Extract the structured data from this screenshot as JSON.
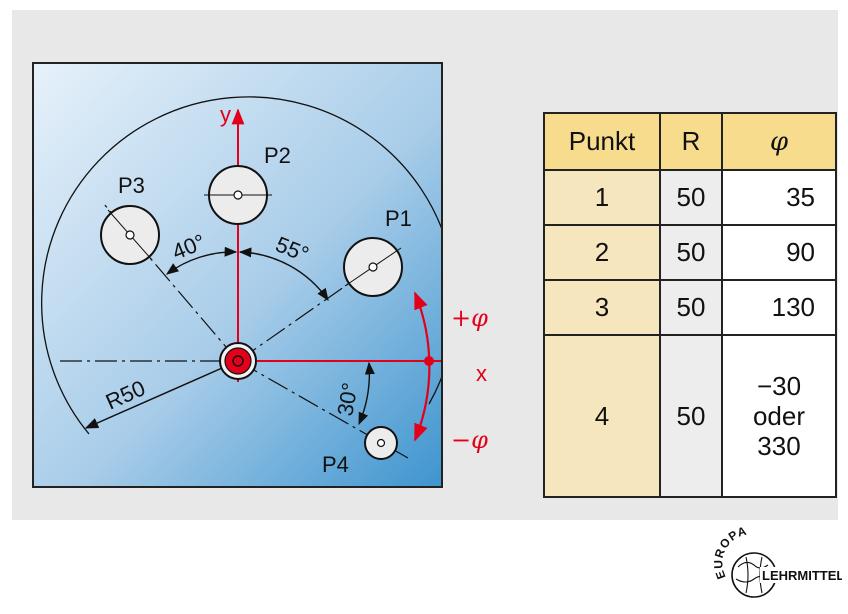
{
  "diagram": {
    "axis_x": "x",
    "axis_y": "y",
    "points": [
      "P1",
      "P2",
      "P3",
      "P4"
    ],
    "angle_labels": [
      "40°",
      "55°",
      "30°"
    ],
    "radius_label": "R50",
    "plus_phi": "+φ",
    "minus_phi": "−φ",
    "colors": {
      "accent": "#e3001b",
      "plate_light": "#e2eef8",
      "plate_dark": "#3f95cf",
      "outline": "#111111"
    }
  },
  "table": {
    "headers": {
      "punkt": "Punkt",
      "r": "R",
      "phi": "φ"
    },
    "rows": [
      {
        "punkt": "1",
        "r": "50",
        "phi": "35"
      },
      {
        "punkt": "2",
        "r": "50",
        "phi": "90"
      },
      {
        "punkt": "3",
        "r": "50",
        "phi": "130"
      },
      {
        "punkt": "4",
        "r": "50",
        "phi_line1": "−30",
        "phi_line2": "oder",
        "phi_line3": "330"
      }
    ]
  },
  "logo": {
    "top_text": "EUROPA",
    "bottom_text": "LEHRMITTEL"
  }
}
